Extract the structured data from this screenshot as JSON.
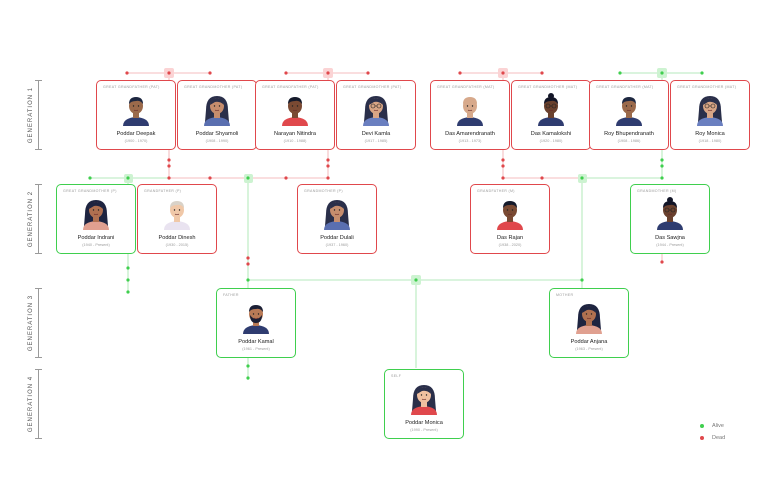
{
  "generations": [
    "GENERATION 1",
    "GENERATION 2",
    "GENERATION 3",
    "GENERATION 4"
  ],
  "colors": {
    "alive": "#3fcf4e",
    "dead": "#e0484c",
    "connector_alive": "#9ee3a6",
    "connector_dead": "#f0a7aa"
  },
  "legend": [
    {
      "label": "Alive",
      "status": "alive"
    },
    {
      "label": "Dead",
      "status": "dead"
    }
  ],
  "people": [
    {
      "id": "deepak",
      "role": "GREAT GRANDFATHER (PAT)",
      "name": "Poddar Deepak",
      "years": "(1900 - 1970)",
      "status": "dead",
      "avatar": "man-dark-hair-icon"
    },
    {
      "id": "shyamoli",
      "role": "GREAT GRANDMOTHER (PAT)",
      "name": "Poddar Shyamoli",
      "years": "(1908 - 1990)",
      "status": "dead",
      "avatar": "woman-curly-hair-icon"
    },
    {
      "id": "nitindra",
      "role": "GREAT GRANDFATHER (PAT)",
      "name": "Narayan Nitindra",
      "years": "(1910 - 1988)",
      "status": "dead",
      "avatar": "man-short-hair-icon"
    },
    {
      "id": "kamla",
      "role": "GREAT GRANDMOTHER (PAT)",
      "name": "Devi Kamla",
      "years": "(1917 - 1985)",
      "status": "dead",
      "avatar": "woman-glasses-icon"
    },
    {
      "id": "amarendra",
      "role": "GREAT GRANDFATHER (MAT)",
      "name": "Das Amarendranath",
      "years": "(1913 - 1973)",
      "status": "dead",
      "avatar": "man-bald-icon"
    },
    {
      "id": "kamalokshi",
      "role": "GREAT GRANDMOTHER (MAT)",
      "name": "Das Kamalokshi",
      "years": "(1920 - 1980)",
      "status": "dead",
      "avatar": "woman-bun-icon"
    },
    {
      "id": "bhupendra",
      "role": "GREAT GRANDFATHER (MAT)",
      "name": "Roy Bhupendranath",
      "years": "(1908 - 1986)",
      "status": "dead",
      "avatar": "man-dark-hair-icon"
    },
    {
      "id": "monica_roy",
      "role": "GREAT GRANDMOTHER (MAT)",
      "name": "Roy Monica",
      "years": "(1918 - 1980)",
      "status": "dead",
      "avatar": "woman-glasses-icon"
    },
    {
      "id": "indrani",
      "role": "GREAT GRANDMOTHER (P)",
      "name": "Poddar Indrani",
      "years": "(1940 - Present)",
      "status": "alive",
      "avatar": "woman-long-hair-icon"
    },
    {
      "id": "dinesh",
      "role": "GRANDFATHER (P)",
      "name": "Poddar Dinesh",
      "years": "(1930 - 2015)",
      "status": "dead",
      "avatar": "man-grey-hair-icon"
    },
    {
      "id": "dulali",
      "role": "GRANDMOTHER (P)",
      "name": "Poddar Dulali",
      "years": "(1937 - 1960)",
      "status": "dead",
      "avatar": "woman-curly-hair-icon"
    },
    {
      "id": "rajan",
      "role": "GRANDFATHER (M)",
      "name": "Das Rajan",
      "years": "(1938 - 2020)",
      "status": "dead",
      "avatar": "man-short-hair-icon"
    },
    {
      "id": "sawjna",
      "role": "GRANDMOTHER (M)",
      "name": "Das Sawjna",
      "years": "(1944 - Present)",
      "status": "alive",
      "avatar": "woman-bun-icon"
    },
    {
      "id": "kamal",
      "role": "FATHER",
      "name": "Poddar Kamal",
      "years": "(1961 - Present)",
      "status": "alive",
      "avatar": "man-beard-icon"
    },
    {
      "id": "anjana",
      "role": "MOTHER",
      "name": "Poddar Anjana",
      "years": "(1963 - Present)",
      "status": "alive",
      "avatar": "woman-long-hair-icon"
    },
    {
      "id": "monica",
      "role": "SELF",
      "name": "Poddar Monica",
      "years": "(1990 - Present)",
      "status": "alive",
      "avatar": "woman-bob-hair-icon"
    }
  ]
}
